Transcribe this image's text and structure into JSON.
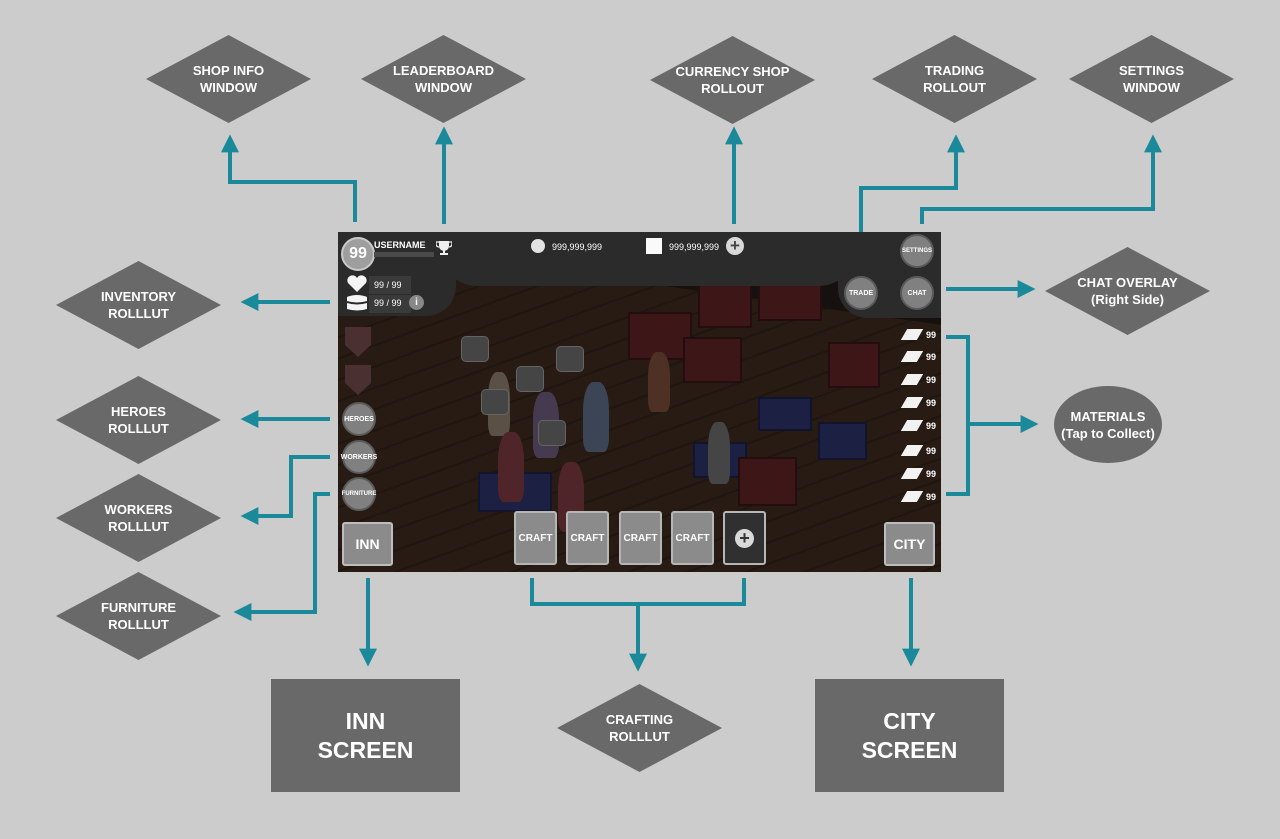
{
  "colors": {
    "background": "#cccccc",
    "node": "#696969",
    "connector": "#1a8a9a",
    "screen_panel": "#2b2b2b",
    "button": "#8b8b8b"
  },
  "nodes": {
    "shop_info": "SHOP INFO\nWINDOW",
    "leaderboard": "LEADERBOARD\nWINDOW",
    "currency_shop": "CURRENCY SHOP\nROLLOUT",
    "trading": "TRADING\nROLLOUT",
    "settings": "SETTINGS\nWINDOW",
    "inventory": "INVENTORY\nROLLLUT",
    "heroes": "HEROES\nROLLLUT",
    "workers": "WORKERS\nROLLLUT",
    "furniture": "FURNITURE\nROLLLUT",
    "chat_overlay": "CHAT OVERLAY\n(Right Side)",
    "materials": "MATERIALS\n(Tap to Collect)",
    "crafting": "CRAFTING\nROLLLUT",
    "inn_screen": "INN\nSCREEN",
    "city_screen": "CITY\nSCREEN"
  },
  "game": {
    "level": "99",
    "username": "USERNAME",
    "trophy_icon": "trophy-icon",
    "health": "99 / 99",
    "storage": "99 / 99",
    "info_icon": "i",
    "coins": "999,999,999",
    "gems": "999,999,999",
    "plus": "+",
    "settings_label": "SETTINGS",
    "trade_label": "TRADE",
    "chat_label": "CHAT",
    "heroes_label": "HEROES",
    "workers_label": "WORKERS",
    "furniture_label": "FURNITURE",
    "inn_label": "INN",
    "city_label": "CITY",
    "craft_slots": [
      "CRAFT",
      "CRAFT",
      "CRAFT",
      "CRAFT"
    ],
    "materials": [
      "99",
      "99",
      "99",
      "99",
      "99",
      "99",
      "99",
      "99"
    ]
  }
}
